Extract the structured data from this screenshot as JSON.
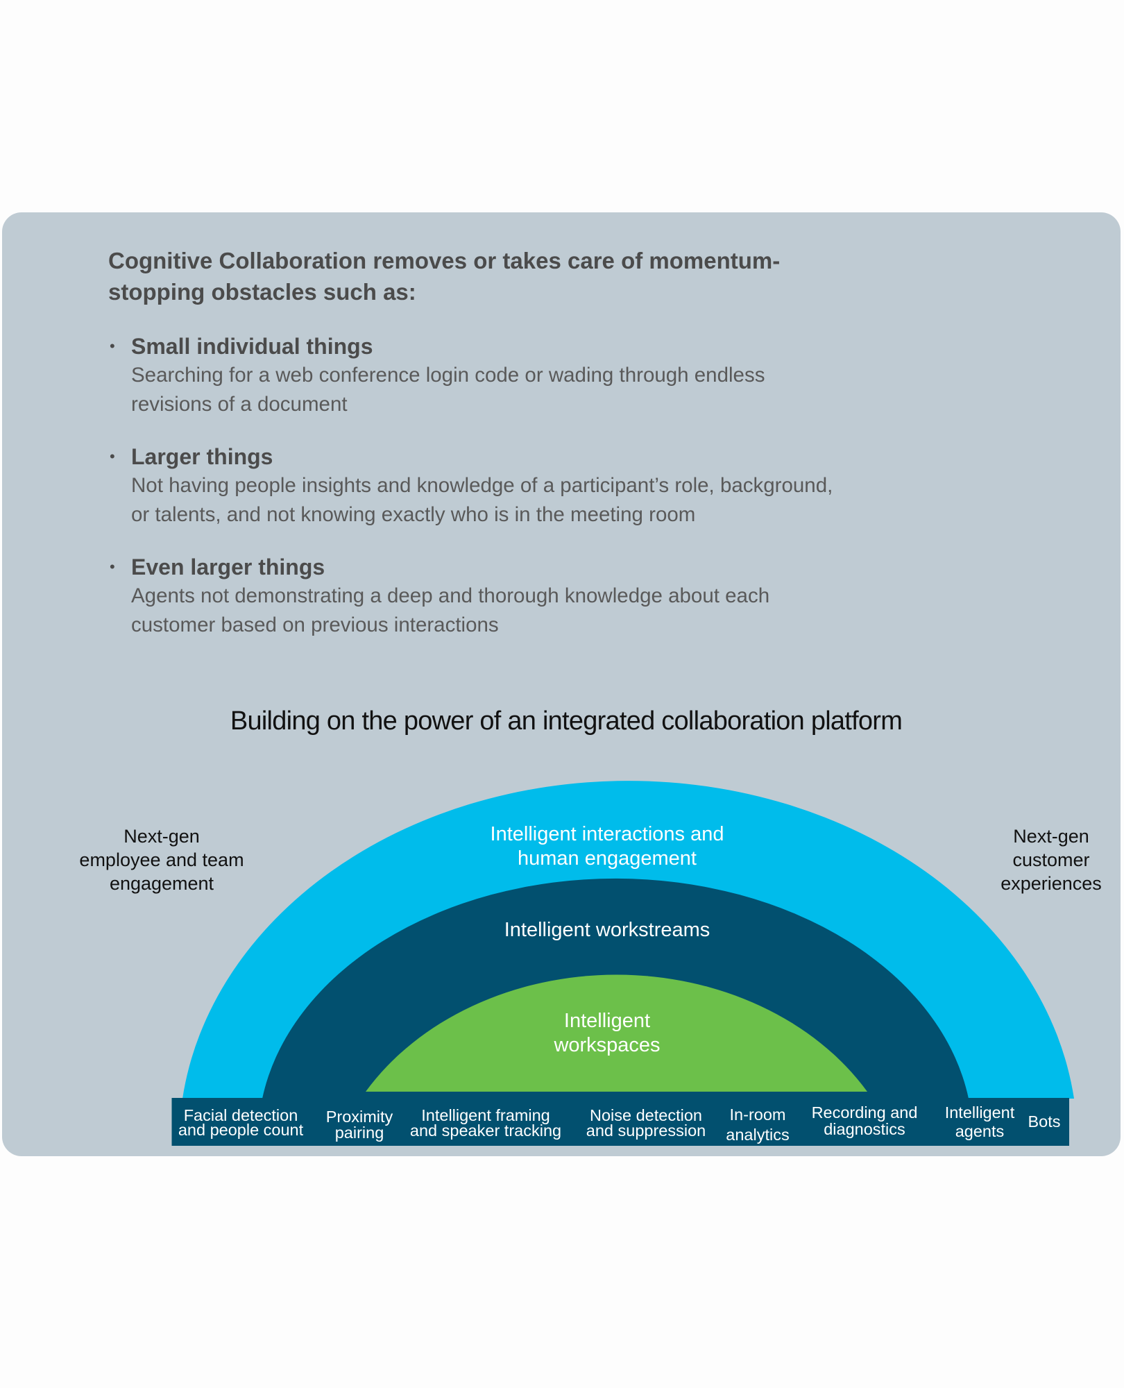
{
  "colors": {
    "panel": "#bfcbd3",
    "outer_layer": "#00bceb",
    "middle_layer": "#02506f",
    "inner_layer": "#6cc04a",
    "capability_bar": "#02506f"
  },
  "intro": {
    "heading": [
      "Cognitive Collaboration removes or takes care of momentum-",
      "stopping obstacles such as:"
    ],
    "bullet": "•",
    "items": [
      {
        "title": "Small individual things",
        "lines": [
          "Searching for a web conference login code or wading through endless",
          "revisions of a document"
        ]
      },
      {
        "title": "Larger things",
        "lines": [
          "Not having people insights and knowledge of a participant’s role, background,",
          "or talents, and not knowing exactly who is in the meeting room"
        ]
      },
      {
        "title": "Even larger things",
        "lines": [
          "Agents not demonstrating a deep and thorough knowledge about each",
          "customer based on previous interactions"
        ]
      }
    ]
  },
  "diagram": {
    "title": "Building on the power of an integrated collaboration platform",
    "left_label": [
      "Next-gen",
      "employee and team",
      "engagement"
    ],
    "right_label": [
      "Next-gen",
      "customer",
      "experiences"
    ],
    "layers": [
      {
        "lines": [
          "Intelligent interactions and",
          "human engagement"
        ]
      },
      {
        "lines": [
          "Intelligent workstreams"
        ]
      },
      {
        "lines": [
          "Intelligent",
          "workspaces"
        ]
      }
    ],
    "capabilities": [
      {
        "lines": [
          "Facial detection",
          "and people count"
        ]
      },
      {
        "lines": [
          "Proximity",
          "pairing"
        ]
      },
      {
        "lines": [
          "Intelligent framing",
          "and speaker tracking"
        ]
      },
      {
        "lines": [
          "Noise detection",
          "and suppression"
        ]
      },
      {
        "lines": [
          "In-room",
          "analytics"
        ]
      },
      {
        "lines": [
          "Recording and",
          "diagnostics"
        ]
      },
      {
        "lines": [
          "Intelligent",
          "agents"
        ]
      },
      {
        "lines": [
          "Bots"
        ]
      }
    ]
  }
}
